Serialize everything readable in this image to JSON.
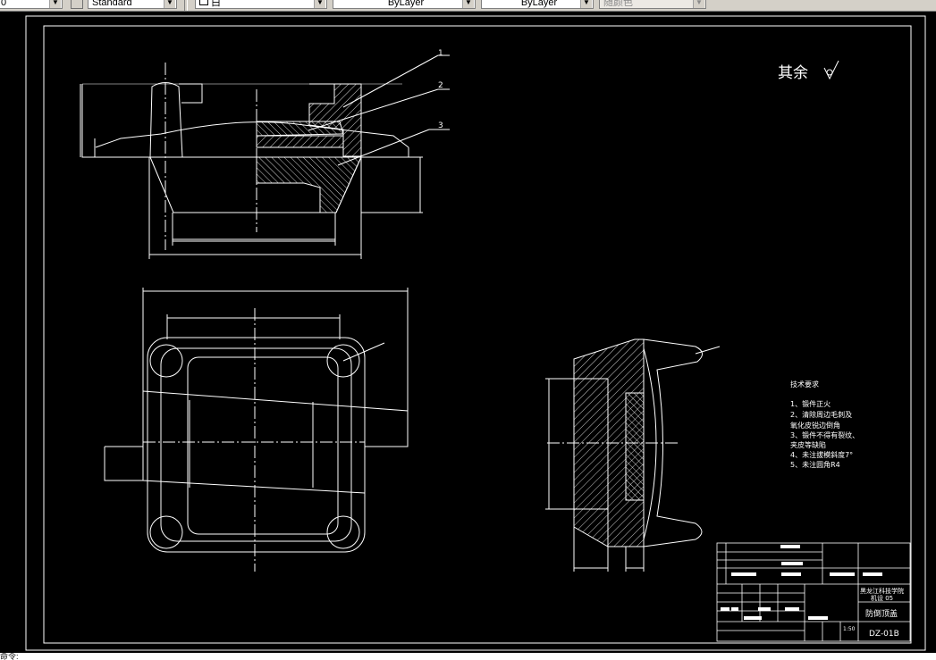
{
  "toolbar": {
    "layer_value": "0",
    "text_style": "Standard",
    "color_value": "白",
    "linetype": "ByLayer",
    "lineweight": "ByLayer",
    "plot_style": "随颜色"
  },
  "drawing": {
    "roughness_note": "其余",
    "part_numbers": [
      "1",
      "2",
      "3"
    ],
    "tech_req": {
      "title": "技术要求",
      "items": [
        "1、锻件正火",
        "2、清除周边毛刺及",
        "氧化皮锐边倒角",
        "3、锻件不得有裂纹、",
        "夹皮等缺陷",
        "4、未注拔模斜度7°",
        "5、未注圆角R4"
      ]
    },
    "title_block": {
      "school": "黑龙江科技学院",
      "class_name": "机设 05",
      "part_name": "防倒顶盖",
      "drawing_no": "DZ-01B",
      "scale": "1:50"
    }
  },
  "command_line": "命令:"
}
